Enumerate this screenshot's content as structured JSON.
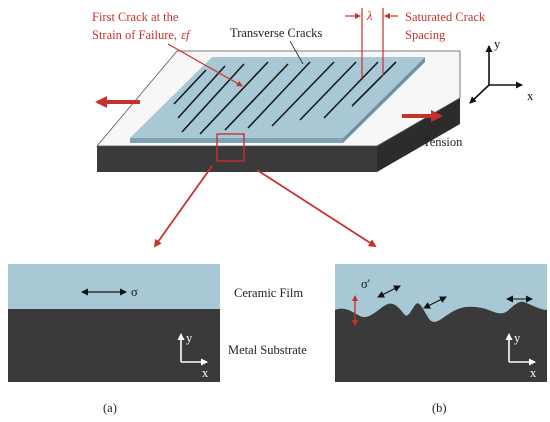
{
  "labels": {
    "first_crack_1": "First Crack at the",
    "first_crack_2": "Strain of Failure,",
    "epsilon_f": "εf",
    "transverse_cracks": "Transverse Cracks",
    "lambda": "λ",
    "saturated_1": "Saturated Crack",
    "saturated_2": "Spacing",
    "tension": "Tension",
    "ceramic_film": "Ceramic Film",
    "metal_substrate": "Metal Substrate",
    "sigma": "σ",
    "sigma_prime": "σ'",
    "panel_a": "(a)",
    "panel_b": "(b)"
  },
  "axes": {
    "x": "x",
    "y": "y"
  },
  "colors": {
    "film": "#a9c8d6",
    "film_edge": "#7fa3b5",
    "substrate_top": "#f7f7f7",
    "substrate_side": "#3a3a3a",
    "accent_red": "#c8312b",
    "crack": "#1a1a1a"
  }
}
